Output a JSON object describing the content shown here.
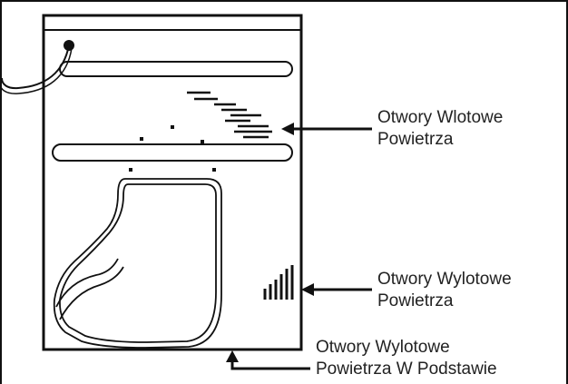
{
  "labels": {
    "inlet": {
      "line1": "Otwory Wlotowe",
      "line2": "Powietrza"
    },
    "outlet": {
      "line1": "Otwory Wylotowe",
      "line2": "Powietrza"
    },
    "base": {
      "line1": "Otwory Wylotowe",
      "line2": "Powietrza W Podstawie"
    }
  },
  "colors": {
    "stroke": "#111111",
    "background": "#ffffff"
  }
}
